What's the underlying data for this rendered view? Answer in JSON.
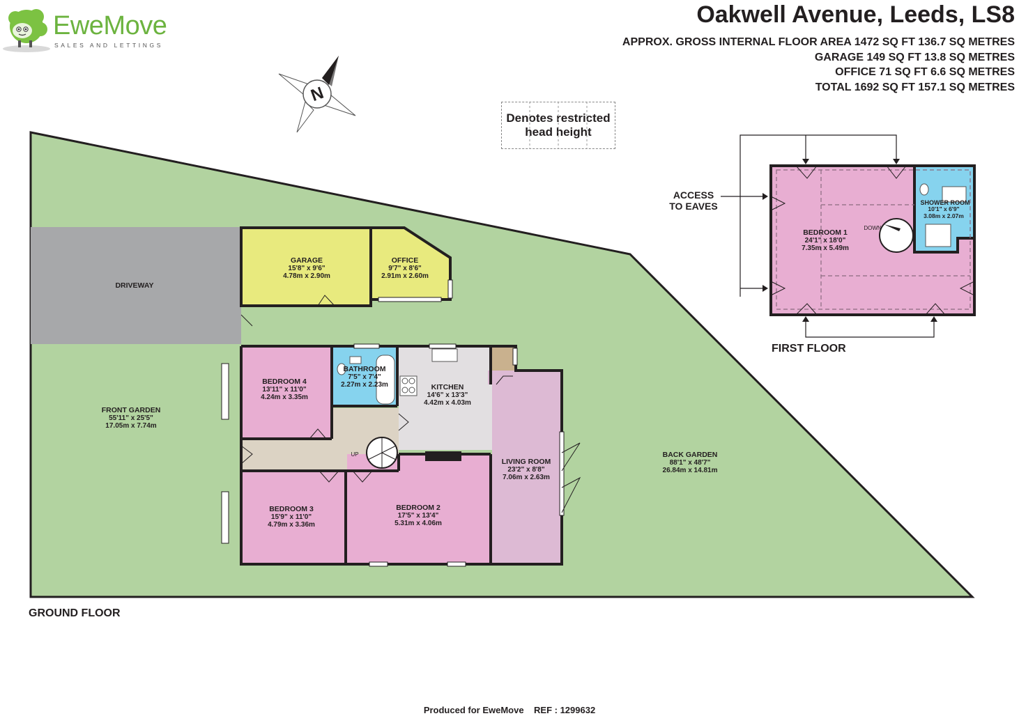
{
  "header": {
    "title": "Oakwell Avenue, Leeds, LS8",
    "areas": [
      "APPROX. GROSS INTERNAL FLOOR AREA 1472 SQ FT 136.7 SQ METRES",
      "GARAGE 149 SQ FT 13.8 SQ METRES",
      "OFFICE 71 SQ FT 6.6 SQ METRES",
      "TOTAL 1692 SQ FT 157.1 SQ METRES"
    ]
  },
  "brand": {
    "name": "EweMove",
    "tagline": "SALES AND LETTINGS"
  },
  "compass": {
    "label": "N"
  },
  "key": {
    "line1": "Denotes restricted",
    "line2": "head height"
  },
  "ground_floor": {
    "label": "GROUND FLOOR",
    "driveway": "DRIVEWAY",
    "front_garden": {
      "name": "FRONT GARDEN",
      "imperial": "55'11\"  x 25'5\"",
      "metric": "17.05m  x 7.74m"
    },
    "back_garden": {
      "name": "BACK GARDEN",
      "imperial": "88'1\"  x 48'7\"",
      "metric": "26.84m  x 14.81m"
    },
    "garage": {
      "name": "GARAGE",
      "imperial": "15'8\"  x 9'6\"",
      "metric": "4.78m  x 2.90m"
    },
    "office": {
      "name": "OFFICE",
      "imperial": "9'7\"  x 8'6\"",
      "metric": "2.91m  x 2.60m"
    },
    "bedroom4": {
      "name": "BEDROOM 4",
      "imperial": "13'11\"  x 11'0\"",
      "metric": "4.24m  x 3.35m"
    },
    "bathroom": {
      "name": "BATHROOM",
      "imperial": "7'5\"  x 7'4\"",
      "metric": "2.27m  x 2.23m"
    },
    "kitchen": {
      "name": "KITCHEN",
      "imperial": "14'6\"  x 13'3\"",
      "metric": "4.42m  x 4.03m"
    },
    "living_room": {
      "name": "LIVING ROOM",
      "imperial": "23'2\"  x 8'8\"",
      "metric": "7.06m  x 2.63m"
    },
    "bedroom3": {
      "name": "BEDROOM 3",
      "imperial": "15'9\"  x 11'0\"",
      "metric": "4.79m  x 3.36m"
    },
    "bedroom2": {
      "name": "BEDROOM 2",
      "imperial": "17'5\"  x 13'4\"",
      "metric": "5.31m  x 4.06m"
    },
    "stairs": "UP"
  },
  "first_floor": {
    "label": "FIRST FLOOR",
    "access": {
      "line1": "ACCESS",
      "line2": "TO EAVES"
    },
    "bedroom1": {
      "name": "BEDROOM 1",
      "imperial": "24'1\"  x 18'0\"",
      "metric": "7.35m  x 5.49m"
    },
    "shower_room": {
      "name": "SHOWER ROOM",
      "imperial": "10'1\"  x 6'9\"",
      "metric": "3.08m  x 2.07m"
    },
    "stairs": "DOWN"
  },
  "footer": {
    "produced": "Produced for EweMove",
    "ref": "REF : 1299632"
  },
  "colors": {
    "garden": "#b2d3a0",
    "driveway": "#a7a8aa",
    "garage": "#e8ea7e",
    "bedroom": "#e8aed2",
    "bathroom": "#86d3ee",
    "kitchen": "#e2dfe1",
    "living": "#ddbad4",
    "hall": "#dcd3c4",
    "wall": "#231f20"
  }
}
